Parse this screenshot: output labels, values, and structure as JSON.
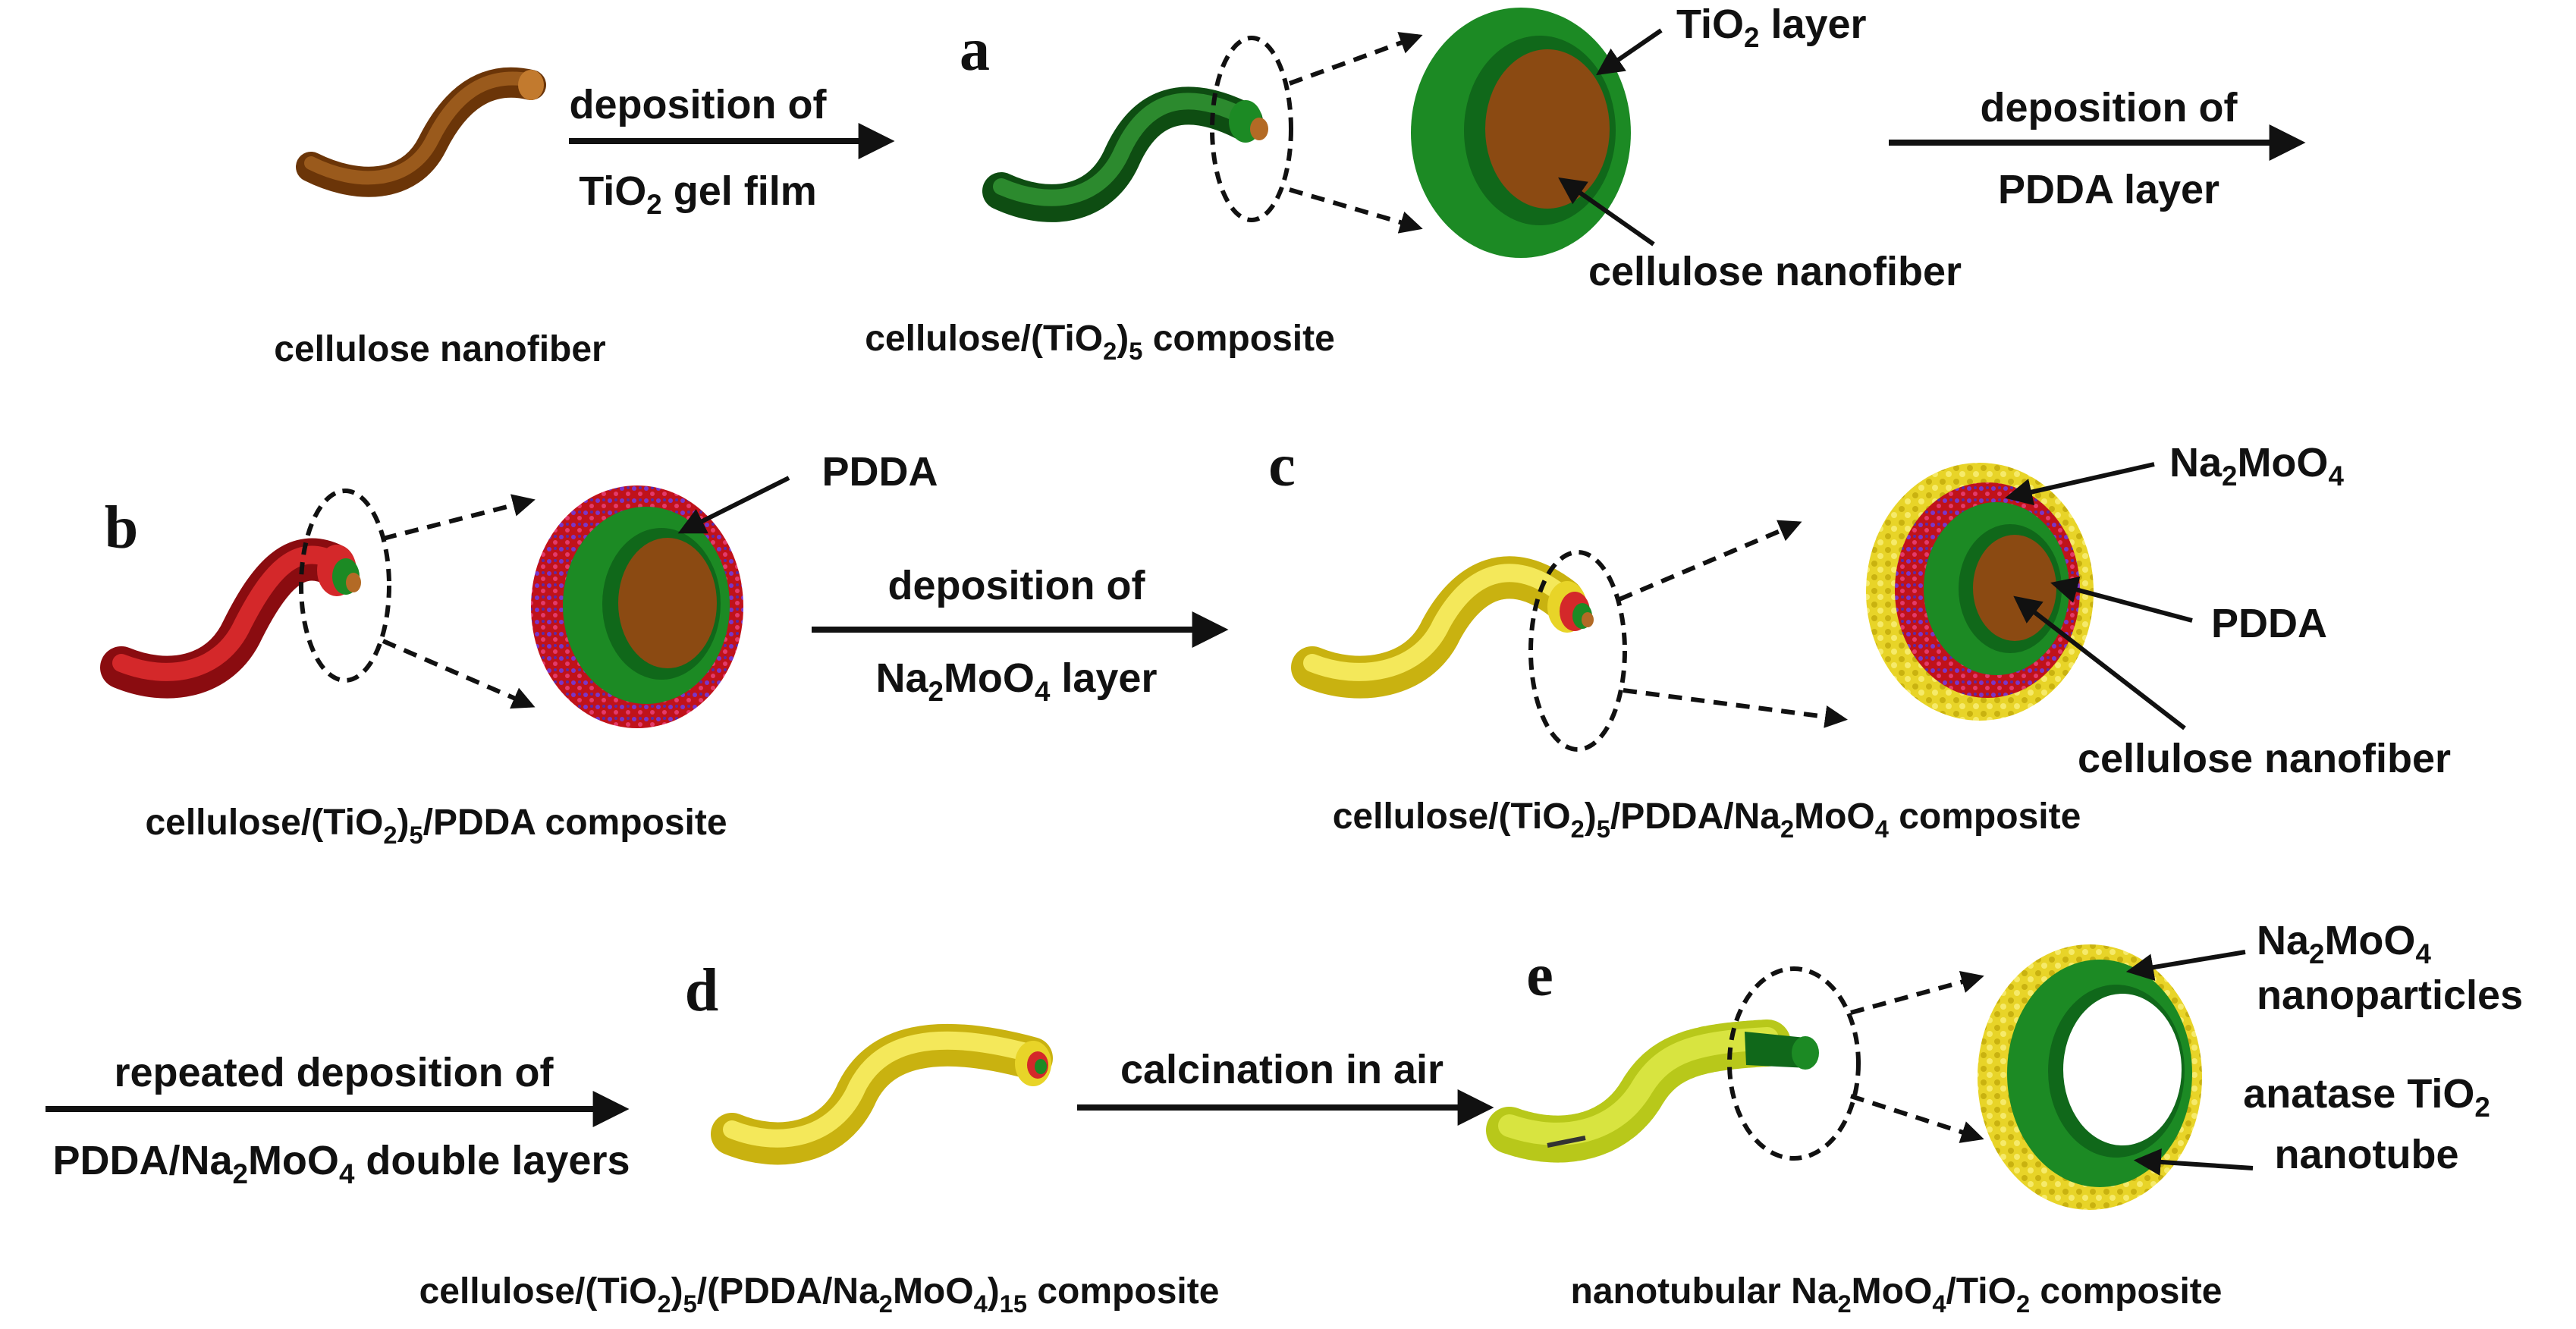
{
  "panel_letters": {
    "a": "a",
    "b": "b",
    "c": "c",
    "d": "d",
    "e": "e"
  },
  "captions": {
    "cellulose_nanofiber": "cellulose nanofiber",
    "a": {
      "t1": "cellulose/(TiO",
      "s1": "2",
      "t2": ")",
      "s2": "5",
      "t3": " composite"
    },
    "b": {
      "t1": "cellulose/(TiO",
      "s1": "2",
      "t2": ")",
      "s2": "5",
      "t3": "/PDDA composite"
    },
    "c": {
      "t1": "cellulose/(TiO",
      "s1": "2",
      "t2": ")",
      "s2": "5",
      "t3": "/PDDA/Na",
      "s3": "2",
      "t4": "MoO",
      "s4": "4",
      "t5": " composite"
    },
    "d": {
      "t1": "cellulose/(TiO",
      "s1": "2",
      "t2": ")",
      "s2": "5",
      "t3": "/(PDDA/Na",
      "s3": "2",
      "t4": "MoO",
      "s4": "4",
      "t5": ")",
      "s5": "15",
      "t6": " composite"
    },
    "e": {
      "t1": "nanotubular Na",
      "s1": "2",
      "t2": "MoO",
      "s2": "4",
      "t3": "/TiO",
      "s3": "2",
      "t4": " composite"
    }
  },
  "steps": {
    "s1": {
      "line1": "deposition of",
      "l2a": "TiO",
      "l2s": "2",
      "l2b": " gel film"
    },
    "s2": {
      "line1": "deposition of",
      "line2": "PDDA layer"
    },
    "s3": {
      "line1": "deposition of",
      "l2a": "Na",
      "l2s1": "2",
      "l2b": "MoO",
      "l2s2": "4",
      "l2c": " layer"
    },
    "s4": {
      "line1": "repeated deposition of",
      "l2a": "PDDA/Na",
      "l2s1": "2",
      "l2b": "MoO",
      "l2s2": "4",
      "l2c": " double layers"
    },
    "s5": {
      "line1": "calcination in air"
    }
  },
  "callouts": {
    "a_tio2": {
      "a": "TiO",
      "s": "2",
      "b": " layer"
    },
    "a_cellulose": "cellulose nanofiber",
    "b_pdda": "PDDA",
    "c_namoo": {
      "a": "Na",
      "s1": "2",
      "b": "MoO",
      "s2": "4"
    },
    "c_pdda": "PDDA",
    "c_cellulose": "cellulose nanofiber",
    "e_namoo": {
      "a": "Na",
      "s1": "2",
      "b": "MoO",
      "s2": "4"
    },
    "e_nanoparticles": "nanoparticles",
    "e_anatase": {
      "a": "anatase TiO",
      "s": "2"
    },
    "e_nanotube": "nanotube"
  },
  "colors": {
    "cellulose": "#8b4a12",
    "tio2": "#1c8a24",
    "pdda": "#c0121a",
    "namoo4": "#e8d428",
    "arrow": "#111111"
  }
}
